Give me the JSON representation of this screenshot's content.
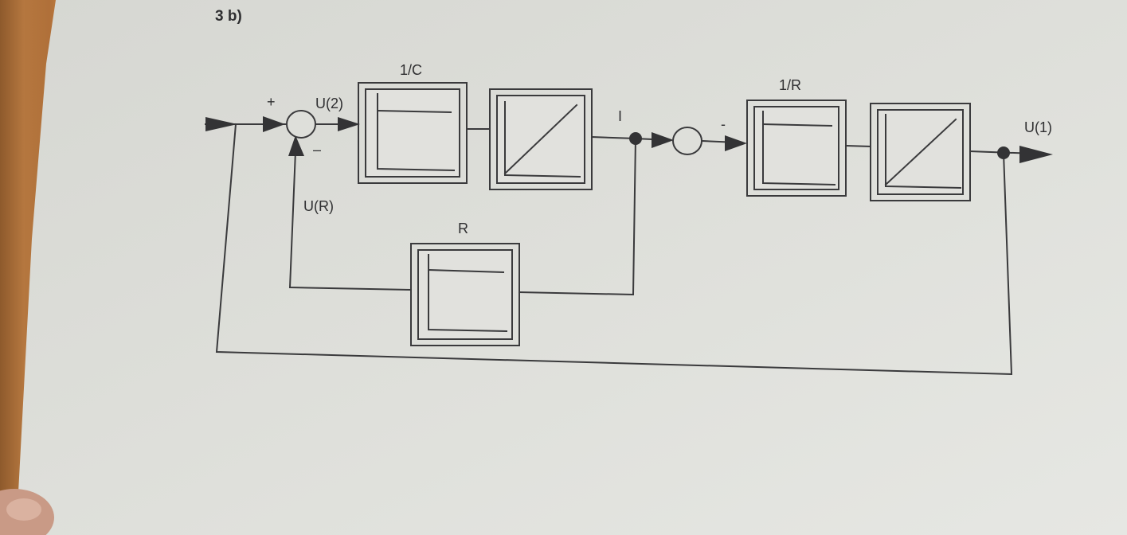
{
  "problem_label": "3 b)",
  "signals": {
    "input_plus": "+",
    "u2": "U(2)",
    "minus_sign": "–",
    "ur": "U(R)",
    "current": "I",
    "second_minus": "-",
    "u1": "U(1)"
  },
  "blocks": {
    "inv_c": {
      "label": "1/C",
      "type": "step"
    },
    "integrator_1": {
      "label": "",
      "type": "ramp"
    },
    "r_feedback": {
      "label": "R",
      "type": "step"
    },
    "inv_r": {
      "label": "1/R",
      "type": "step"
    },
    "integrator_2": {
      "label": "",
      "type": "ramp"
    }
  },
  "colors": {
    "paper": "#dedfda",
    "ink": "#333335",
    "wood": "#b9773c"
  }
}
